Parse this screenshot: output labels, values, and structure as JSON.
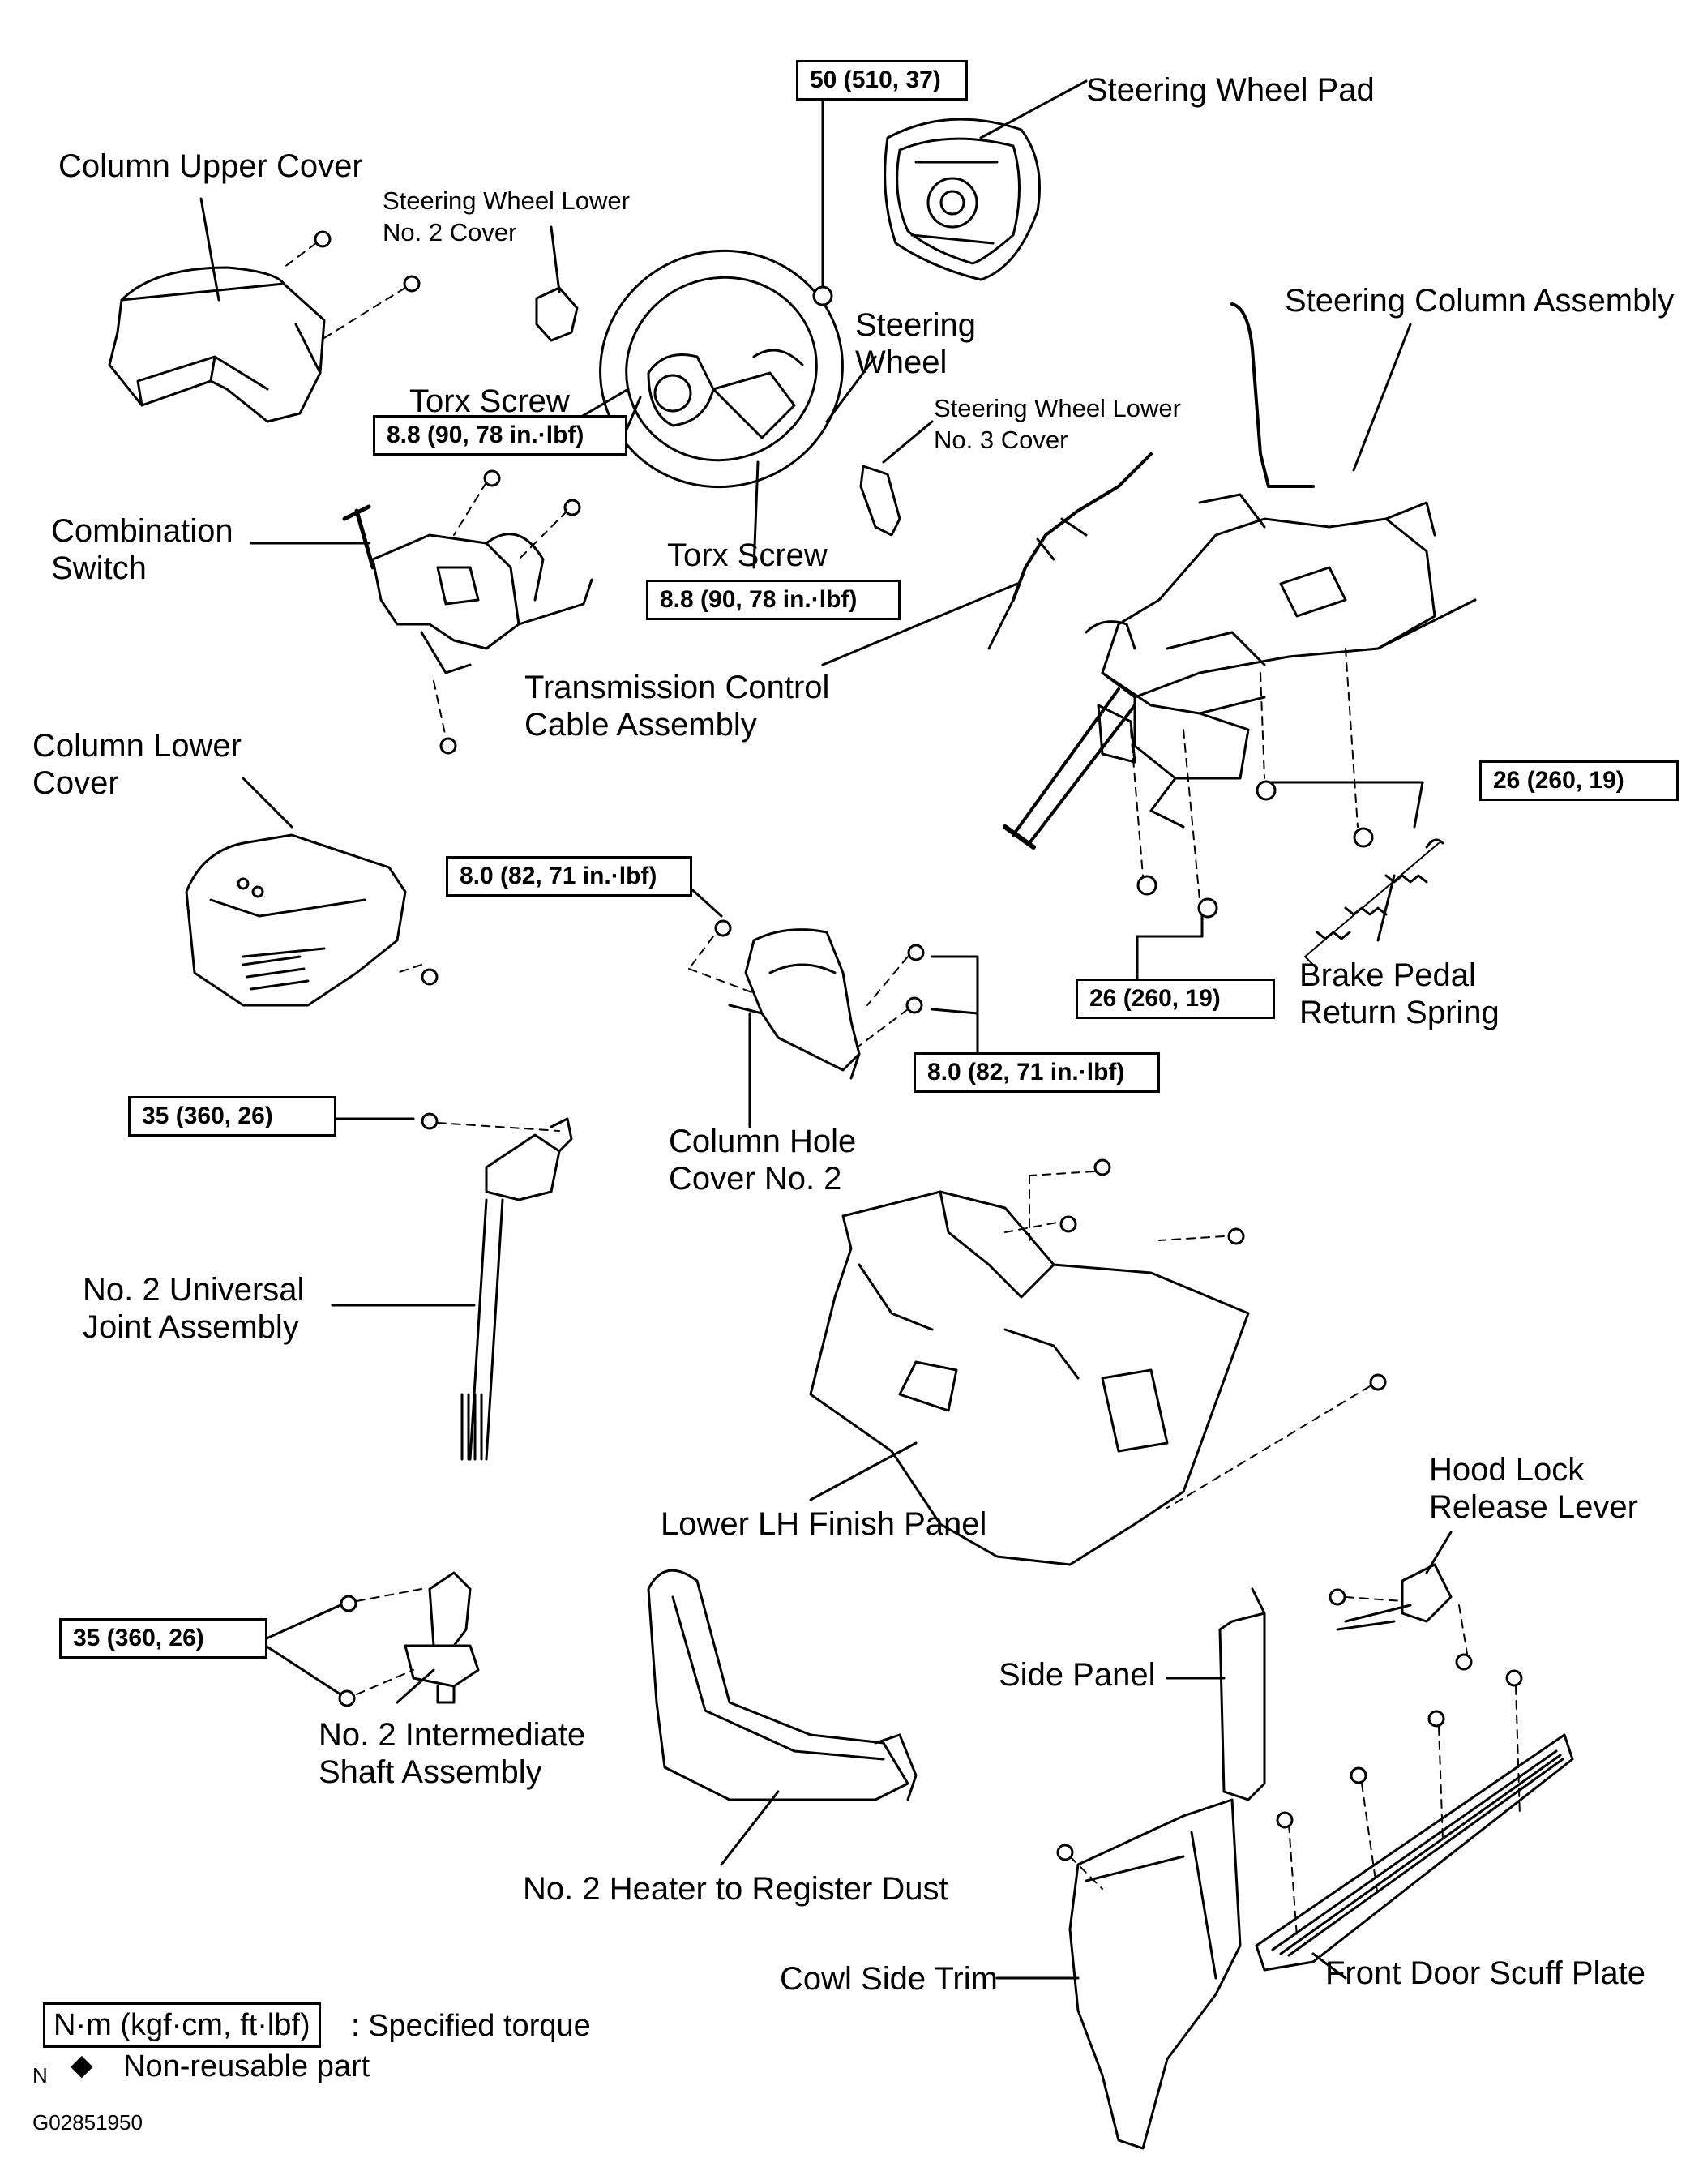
{
  "parts": {
    "steering_wheel_pad": "Steering Wheel Pad",
    "column_upper_cover": "Column Upper Cover",
    "sw_lower_no2_cover": "Steering Wheel Lower\nNo. 2 Cover",
    "steering_wheel": "Steering\nWheel",
    "steering_column_assembly": "Steering Column Assembly",
    "torx_screw_left": "Torx Screw",
    "torx_screw_center": "Torx Screw",
    "sw_lower_no3_cover": "Steering Wheel Lower\nNo. 3 Cover",
    "combination_switch": "Combination\nSwitch",
    "transmission_cable": "Transmission Control\nCable Assembly",
    "column_lower_cover": "Column Lower\nCover",
    "brake_pedal_spring": "Brake Pedal\nReturn Spring",
    "column_hole_cover": "Column Hole\nCover No. 2",
    "no2_universal_joint": "No. 2 Universal\nJoint Assembly",
    "lower_lh_finish_panel": "Lower LH Finish Panel",
    "hood_lock_release": "Hood Lock\nRelease Lever",
    "side_panel": "Side Panel",
    "no2_intermediate_shaft": "No. 2 Intermediate\nShaft Assembly",
    "heater_register_duct": "No. 2 Heater to Register Dust",
    "cowl_side_trim": "Cowl Side Trim",
    "front_door_scuff_plate": "Front Door Scuff Plate"
  },
  "torques": {
    "pad_nut": "50 (510, 37)",
    "torx_left": "8.8 (90, 78 in.·lbf)",
    "torx_center": "8.8 (90, 78 in.·lbf)",
    "column_nut_right": "26 (260, 19)",
    "column_nut_bottom": "26 (260, 19)",
    "hole_cover_top": "8.0 (82, 71 in.·lbf)",
    "hole_cover_right": "8.0 (82, 71 in.·lbf)",
    "universal_joint": "35 (360, 26)",
    "intermediate_shaft": "35 (360, 26)"
  },
  "legend": {
    "unit_box": "N·m (kgf·cm, ft·lbf)",
    "unit_text": ": Specified torque",
    "nonreusable_symbol": "◆",
    "nonreusable_text": "Non-reusable part"
  },
  "footer": {
    "corner": "N",
    "figure_id": "G02851950"
  }
}
